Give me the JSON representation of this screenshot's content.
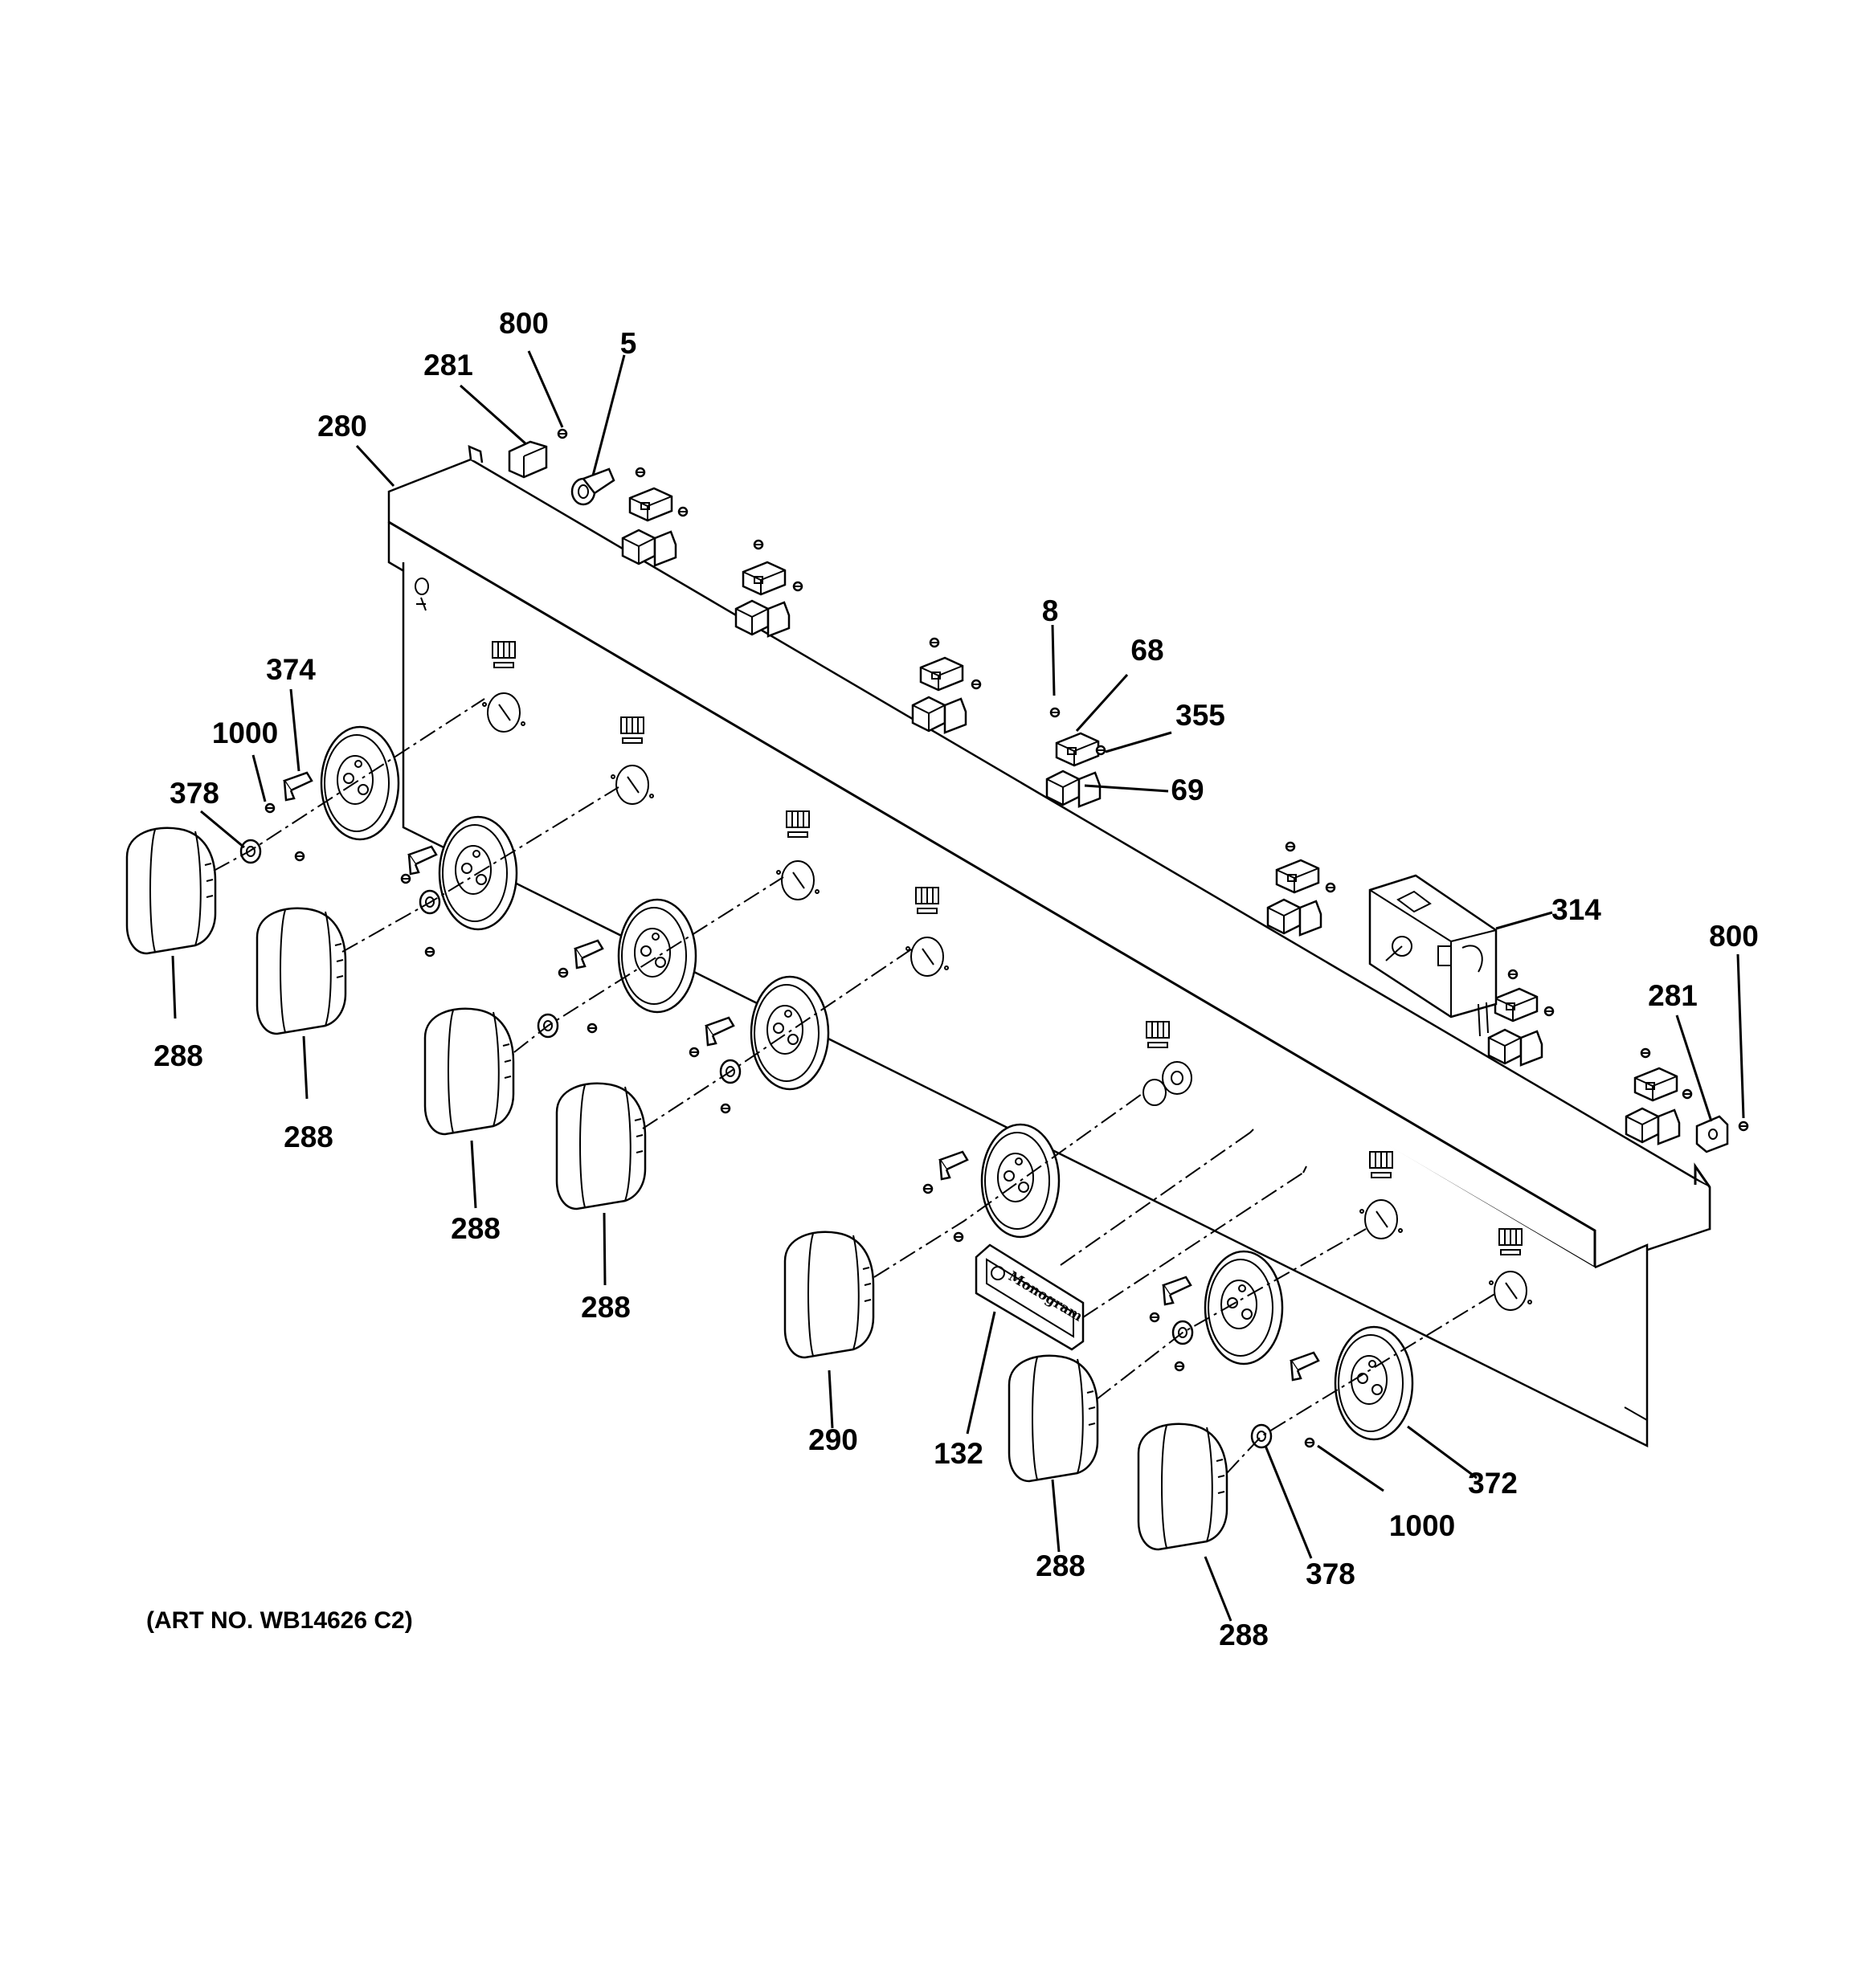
{
  "diagram": {
    "art_number": "(ART NO. WB14626 C2)",
    "badge_text": "Monogram",
    "callouts": [
      {
        "id": "c800-top",
        "text": "800"
      },
      {
        "id": "c5",
        "text": "5"
      },
      {
        "id": "c281-top",
        "text": "281"
      },
      {
        "id": "c280",
        "text": "280"
      },
      {
        "id": "c374",
        "text": "374"
      },
      {
        "id": "c1000-left",
        "text": "1000"
      },
      {
        "id": "c378-left",
        "text": "378"
      },
      {
        "id": "c288-a",
        "text": "288"
      },
      {
        "id": "c288-b",
        "text": "288"
      },
      {
        "id": "c288-c",
        "text": "288"
      },
      {
        "id": "c288-d",
        "text": "288"
      },
      {
        "id": "c8",
        "text": "8"
      },
      {
        "id": "c68",
        "text": "68"
      },
      {
        "id": "c355",
        "text": "355"
      },
      {
        "id": "c69",
        "text": "69"
      },
      {
        "id": "c314",
        "text": "314"
      },
      {
        "id": "c800-right",
        "text": "800"
      },
      {
        "id": "c281-right",
        "text": "281"
      },
      {
        "id": "c290",
        "text": "290"
      },
      {
        "id": "c132",
        "text": "132"
      },
      {
        "id": "c288-e",
        "text": "288"
      },
      {
        "id": "c372",
        "text": "372"
      },
      {
        "id": "c1000-right",
        "text": "1000"
      },
      {
        "id": "c378-right",
        "text": "378"
      },
      {
        "id": "c288-f",
        "text": "288"
      }
    ]
  }
}
